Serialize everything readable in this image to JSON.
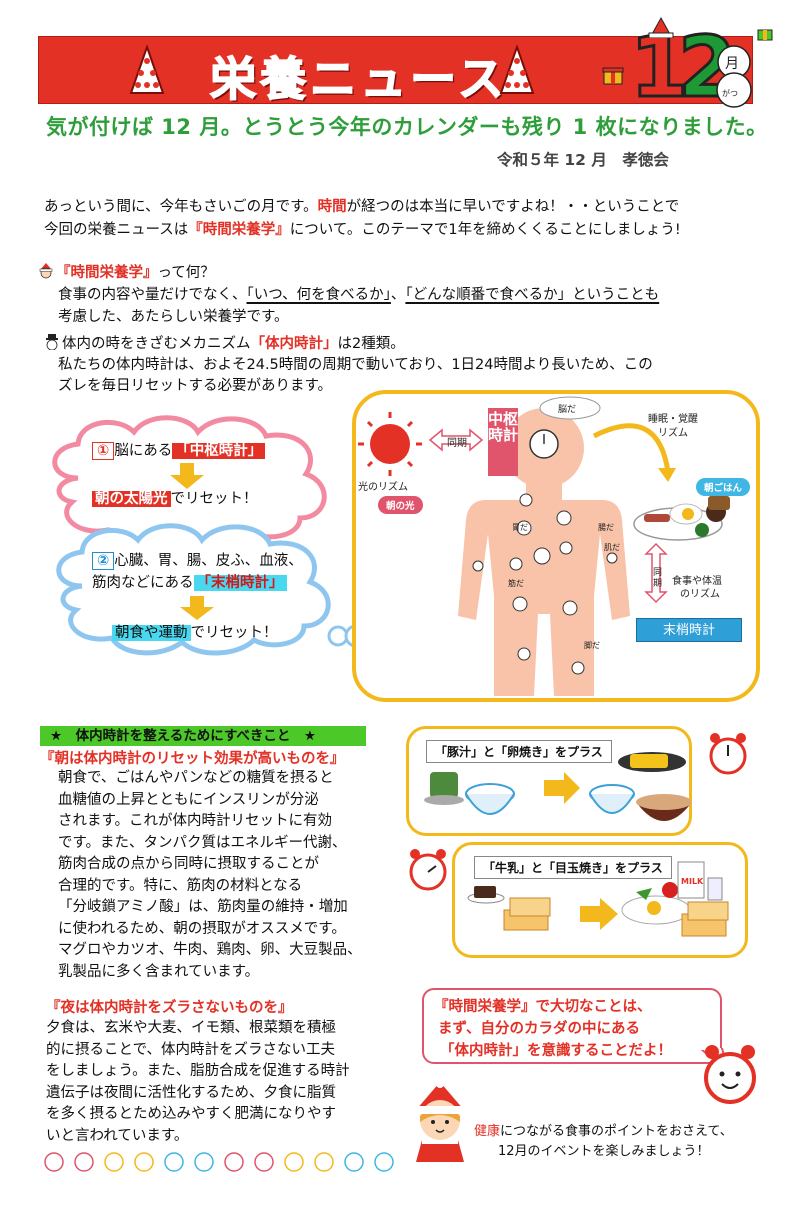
{
  "header": {
    "title": "栄養ニュース",
    "month_digit_1": "1",
    "month_digit_2": "2",
    "month_unit": "月",
    "month_reading": "がつ",
    "subtitle": "気が付けば 12 月。とうとう今年のカレンダーも残り 1 枚になりました。",
    "date_org": "令和５年 12 月　孝徳会"
  },
  "intro": {
    "l1a": "あっという間に、今年もさいごの月です。",
    "l1b": "時間",
    "l1c": "が経つのは本当に早いですよね！・・ということで",
    "l2a": "今回の栄養ニュースは",
    "l2b": "『時間栄養学』",
    "l2c": "について。このテーマで1年を締めくくることにしましょう!"
  },
  "section1": {
    "head_red": "『時間栄養学』",
    "head_rest": "って何？",
    "l1a": "食事の内容や量だけでなく、",
    "l1b": "「いつ、何を食べるか」",
    "l1c": "、",
    "l1d": "「どんな順番で食べるか」ということも",
    "l2": "考慮した、あたらしい栄養学です。"
  },
  "section2": {
    "head_a": "体内の時をきざむメカニズム",
    "head_red": "「体内時計」",
    "head_rest": "は2種類。",
    "l1": "私たちの体内時計は、およそ24.5時間の周期で動いており、1日24時間より長いため、この",
    "l2": "ズレを毎日リセットする必要があります。"
  },
  "cloud1": {
    "num": "①",
    "a": "脳にある",
    "b": "「中枢時計」",
    "c": "朝の太陽光",
    "d": "でリセット！"
  },
  "cloud2": {
    "num": "②",
    "a": "心臓、胃、腸、皮ふ、血液、",
    "b": "筋肉などにある",
    "c": "「末梢時計」",
    "d": "朝食や運動",
    "e": "でリセット！"
  },
  "diagram": {
    "light_rhythm": "光のリズム",
    "morning_light": "朝の光",
    "sync": "同期",
    "central_clock": "中枢時計",
    "brain": "脳だ",
    "sleep_wake": "睡眠・覚醒",
    "rhythm": "リズム",
    "breakfast": "朝ごはん",
    "meal_temp": "食事や体温",
    "meal_temp2": "のリズム",
    "sync2": "同期",
    "peripheral": "末梢時計",
    "organ1": "胃だ",
    "organ2": "腸だ",
    "organ3": "肌だ",
    "organ4": "筋だ",
    "organ5": "脚だ"
  },
  "tips": {
    "bar": "★　体内時計を整えるためにすべきこと　★",
    "morning_head": "『朝は体内時計のリセット効果が高いものを』",
    "morning_lines": [
      "朝食で、ごはんやパンなどの糖質を摂ると",
      "血糖値の上昇とともにインスリンが分泌",
      "されます。これが体内時計リセットに有効",
      "です。また、タンパク質はエネルギー代謝、",
      "筋肉合成の点から同時に摂取することが",
      "合理的です。特に、筋肉の材料となる",
      "「分岐鎖アミノ酸」は、筋肉量の維持・増加",
      "に使われるため、朝の摂取がオススメです。",
      "マグロやカツオ、牛肉、鶏肉、卵、大豆製品、",
      "乳製品に多く含まれています。"
    ],
    "night_head": "『夜は体内時計をズラさないものを』",
    "night_lines": [
      "夕食は、玄米や大麦、イモ類、根菜類を積極",
      "的に摂ることで、体内時計をズラさない工夫",
      "をしましょう。また、脂肪合成を促進する時計",
      "遺伝子は夜間に活性化するため、夕食に脂質",
      "を多く摂るとため込みやすく肥満になりやす",
      "いと言われています。"
    ]
  },
  "food": {
    "box1_label": "「豚汁」と「卵焼き」をプラス",
    "box2_label": "「牛乳」と「目玉焼き」をプラス",
    "milk": "MILK"
  },
  "callout": {
    "l1": "『時間栄養学』で大切なことは、",
    "l2": "まず、自分のカラダの中にある",
    "l3": "「体内時計」を意識することだよ！"
  },
  "closing": {
    "l1a": "健康",
    "l1b": "につながる食事のポイントをおさえて、",
    "l2": "12月のイベントを楽しみましょう！"
  },
  "colors": {
    "banner_red": "#e33126",
    "accent_green": "#2e9e3a",
    "frame_yellow": "#f3b81b",
    "pink": "#e0546c",
    "cyan": "#4ad8f0"
  }
}
